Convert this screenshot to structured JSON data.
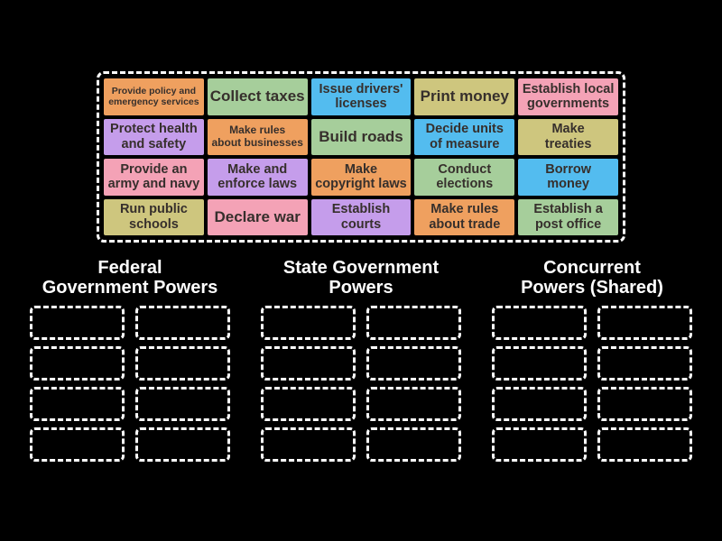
{
  "app": {
    "background": "#000000",
    "activity_type": "group-sort"
  },
  "palette": {
    "orange": "#efa05f",
    "green": "#a6ce9b",
    "blue": "#53bcef",
    "khaki": "#cec67e",
    "pink": "#f4a2b6",
    "purple": "#c59deb",
    "tile_text": "#362f2c",
    "header_text": "#ffffff",
    "dash": "#ffffff"
  },
  "tile_bank": {
    "rows": 4,
    "cols": 5,
    "tiles": [
      {
        "label": "Provide policy and\nemergency services",
        "color": "orange",
        "size": "xs"
      },
      {
        "label": "Collect taxes",
        "color": "green",
        "size": "lg"
      },
      {
        "label": "Issue drivers'\nlicenses",
        "color": "blue",
        "size": "md"
      },
      {
        "label": "Print money",
        "color": "khaki",
        "size": "lg"
      },
      {
        "label": "Establish local\ngovernments",
        "color": "pink",
        "size": "md"
      },
      {
        "label": "Protect health\nand safety",
        "color": "purple",
        "size": "md"
      },
      {
        "label": "Make rules\nabout businesses",
        "color": "orange",
        "size": "sm"
      },
      {
        "label": "Build roads",
        "color": "green",
        "size": "lg"
      },
      {
        "label": "Decide units\nof measure",
        "color": "blue",
        "size": "md"
      },
      {
        "label": "Make\ntreaties",
        "color": "khaki",
        "size": "md"
      },
      {
        "label": "Provide an\narmy and navy",
        "color": "pink",
        "size": "md"
      },
      {
        "label": "Make and\nenforce laws",
        "color": "purple",
        "size": "md"
      },
      {
        "label": "Make\ncopyright laws",
        "color": "orange",
        "size": "md"
      },
      {
        "label": "Conduct\nelections",
        "color": "green",
        "size": "md"
      },
      {
        "label": "Borrow\nmoney",
        "color": "blue",
        "size": "md"
      },
      {
        "label": "Run public\nschools",
        "color": "khaki",
        "size": "md"
      },
      {
        "label": "Declare war",
        "color": "pink",
        "size": "lg"
      },
      {
        "label": "Establish\ncourts",
        "color": "purple",
        "size": "md"
      },
      {
        "label": "Make rules\nabout trade",
        "color": "orange",
        "size": "md"
      },
      {
        "label": "Establish a\npost office",
        "color": "green",
        "size": "md"
      }
    ]
  },
  "groups": [
    {
      "title": "Federal\nGovernment Powers",
      "slots": 8
    },
    {
      "title": "State Government\nPowers",
      "slots": 8
    },
    {
      "title": "Concurrent\nPowers (Shared)",
      "slots": 8
    }
  ]
}
